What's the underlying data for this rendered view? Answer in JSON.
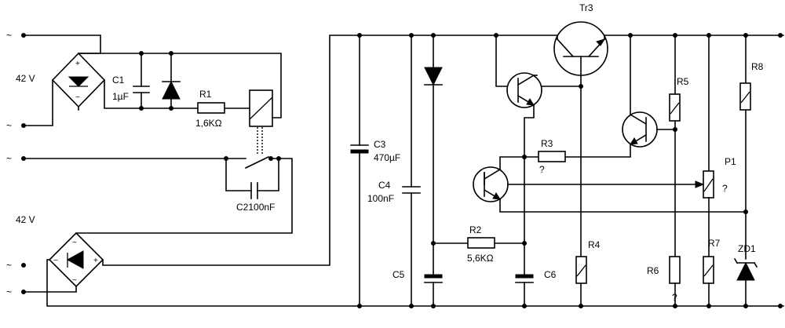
{
  "labels": {
    "ac_symbol": "~",
    "voltage_top": "42 V",
    "voltage_bottom": "42 V",
    "c1_name": "C1",
    "c1_value": "1µF",
    "r1_name": "R1",
    "r1_value": "1,6KΩ",
    "c2_label": "C2100nF",
    "c3_name": "C3",
    "c3_value": "470µF",
    "c4_name": "C4",
    "c4_value": "100nF",
    "c5_name": "C5",
    "c6_name": "C6",
    "r2_name": "R2",
    "r2_value": "5,6KΩ",
    "r3_name": "R3",
    "r3_value": "?",
    "r4_name": "R4",
    "r5_name": "R5",
    "r6_name": "R6",
    "r6_value": "?",
    "r7_name": "R7",
    "r8_name": "R8",
    "p1_name": "P1",
    "p1_value": "?",
    "tr3_name": "Tr3",
    "zd1_name": "ZD1",
    "bridge_plus": "+",
    "bridge_minus": "−"
  }
}
